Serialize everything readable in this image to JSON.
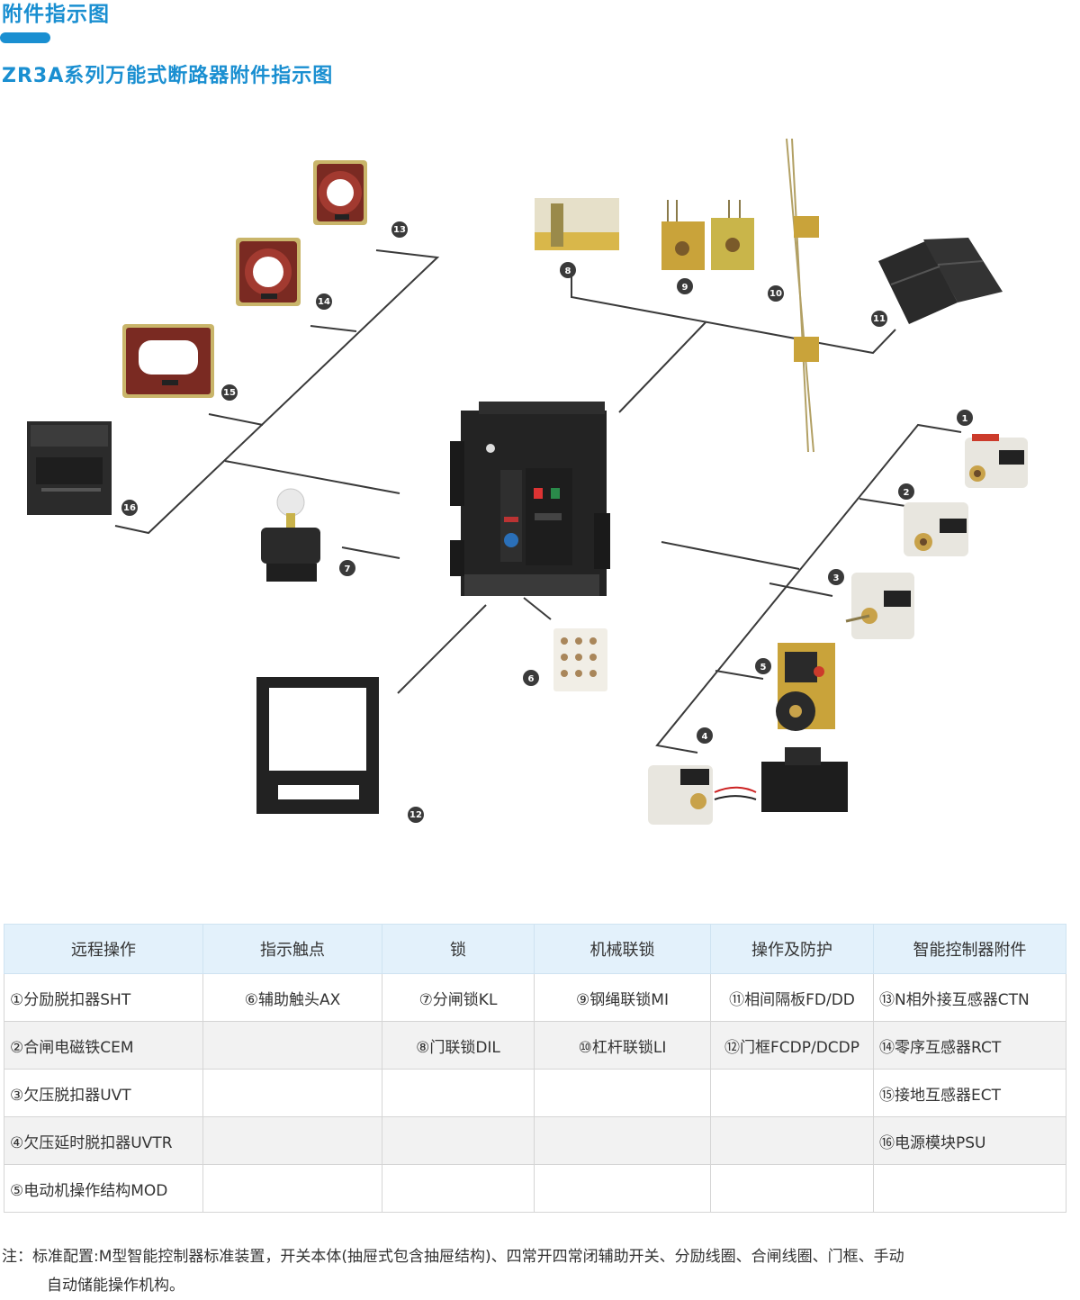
{
  "header": {
    "title": "附件指示图",
    "subtitle": "ZR3A系列万能式断路器附件指示图"
  },
  "diagram": {
    "numbers": [
      "1",
      "2",
      "3",
      "4",
      "5",
      "6",
      "7",
      "8",
      "9",
      "10",
      "11",
      "12",
      "13",
      "14",
      "15",
      "16"
    ]
  },
  "table": {
    "headers": [
      "远程操作",
      "指示触点",
      "锁",
      "机械联锁",
      "操作及防护",
      "智能控制器附件"
    ],
    "rows": [
      [
        "①分励脱扣器SHT",
        "⑥辅助触头AX",
        "⑦分闸锁KL",
        "⑨钢绳联锁MI",
        "⑪相间隔板FD/DD",
        "⑬N相外接互感器CTN"
      ],
      [
        "②合闸电磁铁CEM",
        "",
        "⑧门联锁DIL",
        "⑩杠杆联锁LI",
        "⑫门框FCDP/DCDP",
        "⑭零序互感器RCT"
      ],
      [
        "③欠压脱扣器UVT",
        "",
        "",
        "",
        "",
        "⑮接地互感器ECT"
      ],
      [
        "④欠压延时脱扣器UVTR",
        "",
        "",
        "",
        "",
        "⑯电源模块PSU"
      ],
      [
        "⑤电动机操作结构MOD",
        "",
        "",
        "",
        "",
        ""
      ]
    ]
  },
  "note": {
    "prefix": "注：",
    "line1": "标准配置:M型智能控制器标准装置，开关本体(抽屉式包含抽屉结构)、四常开四常闭辅助开关、分励线圈、合闸线圈、门框、手动",
    "line2": "自动储能操作机构。"
  }
}
